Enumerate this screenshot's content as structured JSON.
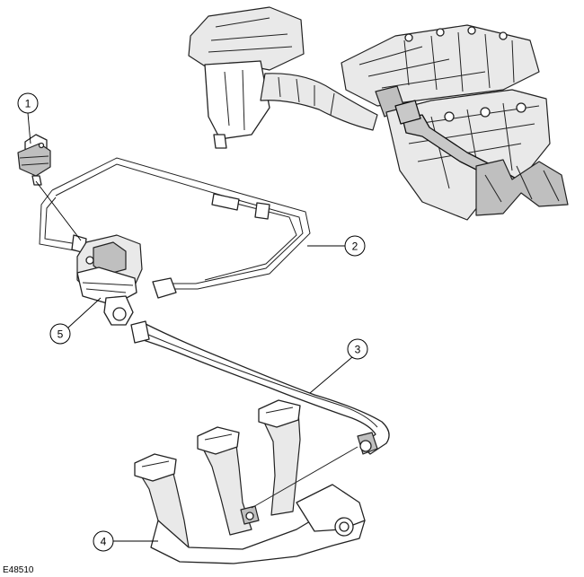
{
  "figure_id": "E48510",
  "callouts": [
    {
      "id": "callout-1",
      "label": "1"
    },
    {
      "id": "callout-2",
      "label": "2"
    },
    {
      "id": "callout-3",
      "label": "3"
    },
    {
      "id": "callout-4",
      "label": "4"
    },
    {
      "id": "callout-5",
      "label": "5"
    }
  ]
}
